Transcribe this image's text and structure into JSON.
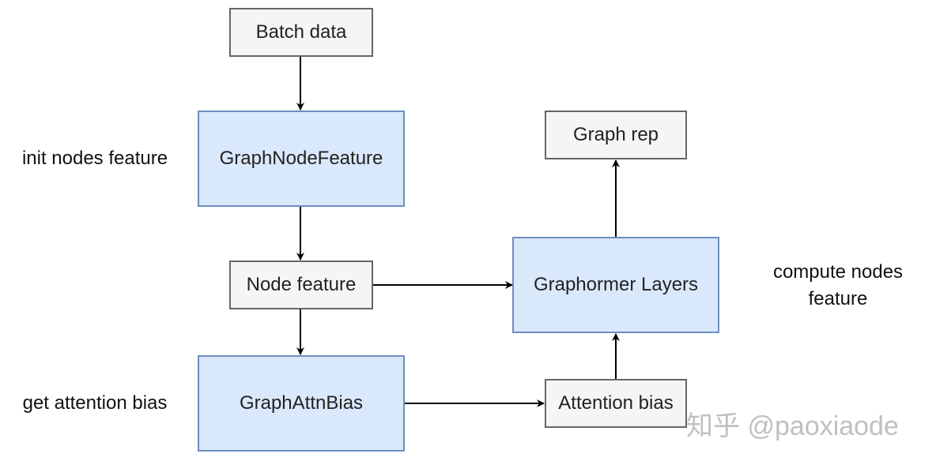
{
  "nodes": {
    "batch_data": "Batch data",
    "graph_node_feature": "GraphNodeFeature",
    "node_feature": "Node feature",
    "graph_attn_bias": "GraphAttnBias",
    "attention_bias": "Attention bias",
    "graphormer_layers": "Graphormer Layers",
    "graph_rep": "Graph rep"
  },
  "annotations": {
    "init_nodes_feature": "init nodes feature",
    "get_attention_bias": "get attention bias",
    "compute_nodes_feature_line1": "compute nodes",
    "compute_nodes_feature_line2": "feature"
  },
  "watermark": "知乎 @paoxiaode",
  "colors": {
    "data_box_fill": "#f5f5f5",
    "data_box_stroke": "#666666",
    "module_box_fill": "#dae8fc",
    "module_box_stroke": "#6c8ebf",
    "edge": "#000000"
  }
}
